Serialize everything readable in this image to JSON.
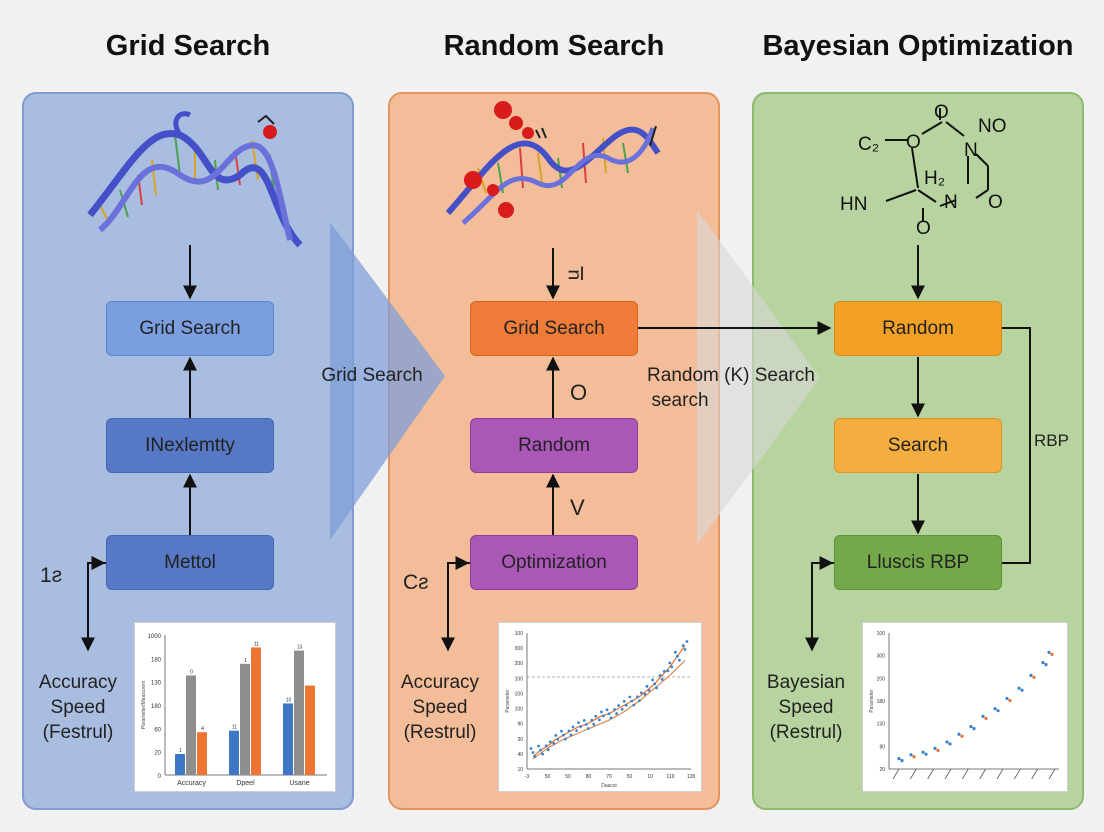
{
  "columns": [
    {
      "title": "Grid Search"
    },
    {
      "title": "Random Search"
    },
    {
      "title": "Bayesian Optimization"
    }
  ],
  "grid": {
    "boxes": [
      "Grid Search",
      "INexlemtty",
      "Mettol"
    ],
    "side_label": "1ƨ",
    "bottom_text": [
      "Accuracy",
      "Speed",
      "(Festrul)"
    ],
    "chart": {
      "y_ticks": [
        "1000",
        "180",
        "130",
        "180",
        "60",
        "20",
        "0"
      ],
      "x_labels": [
        "Accuracy",
        "Dpeel",
        "Usane"
      ],
      "data_labels": [
        "1",
        "0",
        "4",
        "11",
        "1",
        "11",
        "10",
        "13"
      ],
      "ylabel": "Parameter/Measurem"
    }
  },
  "random": {
    "boxes": [
      "Grid Search",
      "Random",
      "Optimization"
    ],
    "arrow_labels": [
      "ᴝI",
      "O",
      "V"
    ],
    "side_label": "Cƨ",
    "bottom_text": [
      "Accuracy",
      "Speed",
      "(Restrul)"
    ],
    "chart": {
      "y_ticks": [
        "100",
        "300",
        "200",
        "100",
        "100",
        "100",
        "90",
        "30",
        "40",
        "10"
      ],
      "x_ticks": [
        "-3",
        "50",
        "50",
        "80",
        "70",
        "50",
        "10",
        "110",
        "128"
      ],
      "xlabel": "Daacst",
      "ylabel": "Parameter"
    }
  },
  "bayes": {
    "boxes": [
      "Random",
      "Search",
      "Lluscis RBP"
    ],
    "loop_label": "RBP",
    "bottom_text": [
      "Bayesian",
      "Speed",
      "(Restrul)"
    ],
    "molecule_labels": [
      "O",
      "C₂",
      "O",
      "N",
      "NO",
      "H₂",
      "HN",
      "N",
      "O",
      "O"
    ],
    "chart": {
      "y_ticks": [
        "100",
        "300",
        "200",
        "180",
        "130",
        "80",
        "20"
      ],
      "ylabel": "Parameter"
    }
  },
  "connectors": {
    "left_label": "Grid Search",
    "right_label_1": "Random (K) Search",
    "right_label_2": "search"
  },
  "chart_data": [
    {
      "type": "bar",
      "categories": [
        "Accuracy",
        "Dpeel",
        "Usane"
      ],
      "series": [
        {
          "values": [
            27,
            57,
            92
          ]
        },
        {
          "values": [
            128,
            143,
            160
          ]
        },
        {
          "values": [
            55,
            164,
            115
          ]
        }
      ],
      "colors": [
        "#3f77c8",
        "#8e8e8e",
        "#ee7431"
      ]
    },
    {
      "type": "scatter",
      "series": [
        {
          "x": [
            0,
            5,
            10,
            15,
            20,
            25,
            30,
            35,
            40,
            45,
            50,
            55,
            60,
            65,
            70,
            75,
            80,
            85,
            90,
            95,
            100
          ],
          "y": [
            8,
            14,
            18,
            24,
            28,
            32,
            36,
            38,
            42,
            46,
            48,
            52,
            56,
            60,
            64,
            70,
            76,
            84,
            92,
            102,
            112
          ]
        },
        {
          "x": [
            0,
            10,
            20,
            30,
            40,
            50,
            60,
            70,
            80,
            90,
            100
          ],
          "y": [
            6,
            16,
            24,
            30,
            36,
            42,
            50,
            60,
            72,
            84,
            98
          ]
        }
      ],
      "colors": [
        "#e8722f",
        "#d58a53",
        "#3a82cc"
      ]
    },
    {
      "type": "scatter",
      "series": [
        {
          "x": [
            0,
            8,
            16,
            24,
            32,
            40,
            48,
            56,
            64,
            72,
            80,
            88,
            96,
            100
          ],
          "y": [
            5,
            8,
            10,
            13,
            18,
            24,
            30,
            38,
            44,
            52,
            60,
            70,
            80,
            88
          ]
        }
      ],
      "colors": [
        "#3a82cc",
        "#e8722f"
      ]
    }
  ]
}
